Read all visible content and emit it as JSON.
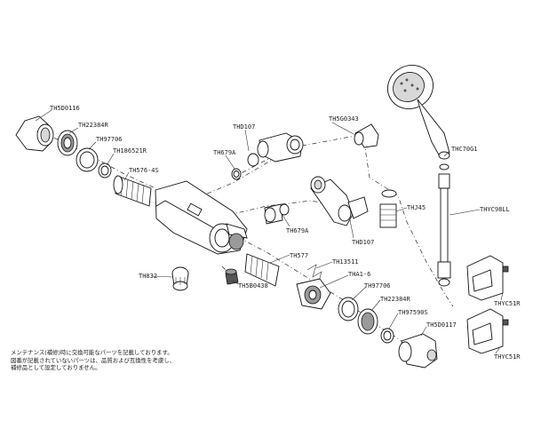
{
  "labels": {
    "th5d0116": "TH5D0116",
    "th22384r_top": "TH22384R",
    "th97706_top": "TH97706",
    "th186521r": "TH186521R",
    "th576_45": "TH576-4S",
    "thd107_top": "THD107",
    "th679a_top": "TH679A",
    "th5g0343": "TH5G0343",
    "thc70g1": "THC70G1",
    "thyc98ll": "THYC98LL",
    "thj45": "THJ45",
    "th679a_mid": "TH679A",
    "thd107_mid": "THD107",
    "th577": "TH577",
    "th13511": "TH13511",
    "th832": "TH832",
    "th5b0438": "TH5B0438",
    "tha1_6": "THA1-6",
    "th97706_bot": "TH97706",
    "th22384r_bot": "TH22384R",
    "th97590s": "TH97590S",
    "th5d0117": "TH5D0117",
    "thyc51r_top": "THYC51R",
    "thyc51r_bot": "THYC51R"
  },
  "note": {
    "line1": "メンテナンス(補修)時に交換可能なパーツを記載しております。",
    "line2": "図番が記載されていないパーツは、品質および互換性を考慮し、",
    "line3": "補修品として設定しておりません。"
  }
}
